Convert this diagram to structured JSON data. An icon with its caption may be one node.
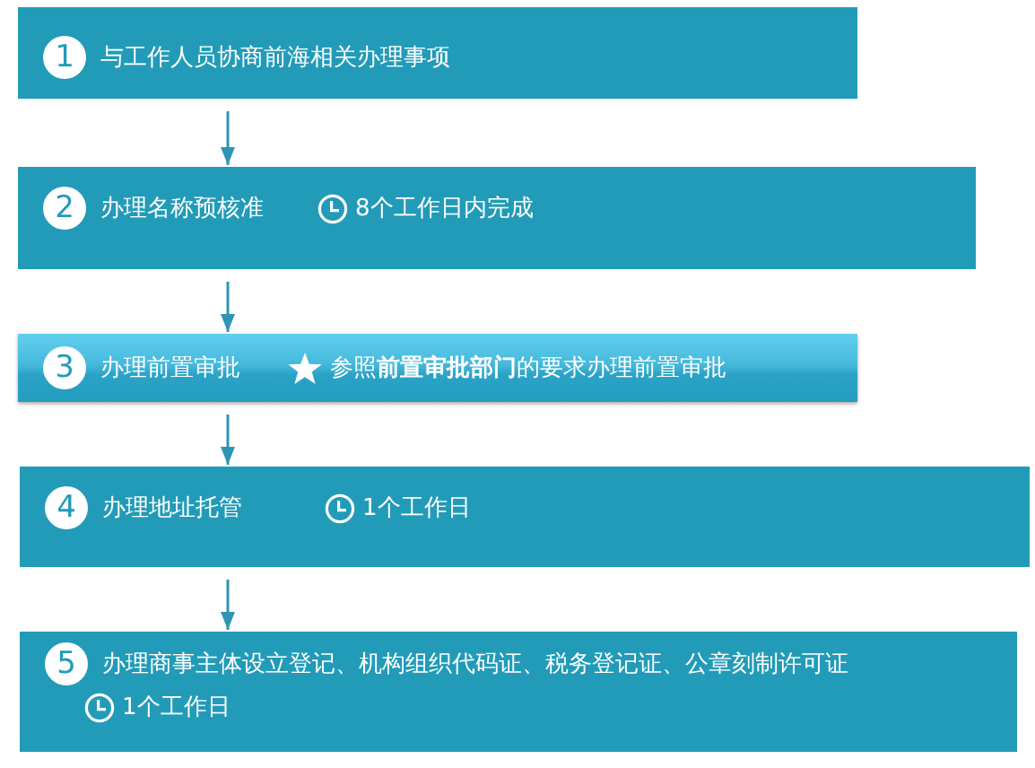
{
  "diagram": {
    "nodes": [
      {
        "text": [
          "1",
          "与工作人员协商前海相关办理事项"
        ]
      },
      {
        "text": [
          "2",
          "办理名称预核准",
          "8个工作日内完成"
        ]
      },
      {
        "text": [
          "3",
          "办理前置审批",
          "参照**前置审批部门**的要求办理前置审批"
        ]
      },
      {
        "text": [
          "4",
          "办理地址托管",
          "1个工作日"
        ]
      },
      {
        "text": [
          "5",
          "办理商事主体设立登记、机构组织代码证、税务登记证、公章刻制许可证",
          "1个工作日"
        ]
      }
    ],
    "edges": [
      {
        "from": 0,
        "to": 1,
        "arrow": "to"
      },
      {
        "from": 1,
        "to": 2,
        "arrow": "to"
      },
      {
        "from": 2,
        "to": 3,
        "arrow": "to"
      },
      {
        "from": 3,
        "to": 4,
        "arrow": "to"
      }
    ]
  }
}
